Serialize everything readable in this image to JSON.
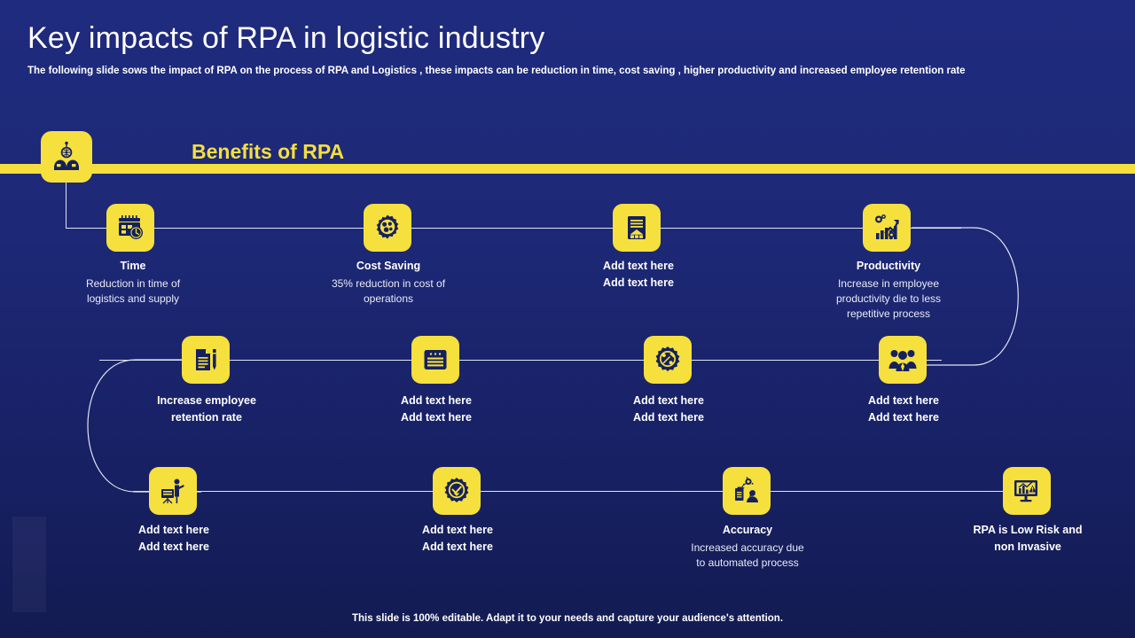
{
  "slide": {
    "title": "Key impacts of RPA in logistic industry",
    "subtitle": "The following slide sows the impact of RPA on the process of RPA and Logistics , these impacts can be reduction in time, cost saving , higher productivity and increased employee retention rate",
    "band_label": "Benefits of RPA",
    "footer": "This slide is 100% editable. Adapt it to your needs and capture your audience's attention.",
    "colors": {
      "accent_yellow": "#f4df3e",
      "background_top": "#1f2b7e",
      "background_bottom": "#131b52",
      "text_white": "#ffffff",
      "connector_line": "#dfe3f2"
    }
  },
  "header_node": {
    "icon": "rpa-robot-icon"
  },
  "rows": [
    {
      "row": 1,
      "nodes": [
        {
          "icon": "calendar-clock-icon",
          "heading": "Time",
          "body": "Reduction in time of\nlogistics and supply"
        },
        {
          "icon": "gear-coins-icon",
          "heading": "Cost Saving",
          "body": "35% reduction in cost of\noperations"
        },
        {
          "icon": "report-chart-icon",
          "heading": "Add text here\nAdd text here",
          "body": ""
        },
        {
          "icon": "growth-gear-icon",
          "heading": "Productivity",
          "body": "Increase in employee\nproductivity die to less\nrepetitive process"
        }
      ]
    },
    {
      "row": 2,
      "nodes": [
        {
          "icon": "document-pencil-icon",
          "heading": "Increase employee\nretention rate",
          "body": ""
        },
        {
          "icon": "browser-window-icon",
          "heading": "Add text here\nAdd text here",
          "body": ""
        },
        {
          "icon": "gear-wrench-icon",
          "heading": "Add text here\nAdd text here",
          "body": ""
        },
        {
          "icon": "team-people-icon",
          "heading": "Add text here\nAdd text here",
          "body": ""
        }
      ]
    },
    {
      "row": 3,
      "nodes": [
        {
          "icon": "presenter-board-icon",
          "heading": "Add text here\nAdd text here",
          "body": ""
        },
        {
          "icon": "gear-check-icon",
          "heading": "Add text here\nAdd text here",
          "body": ""
        },
        {
          "icon": "clipboard-gear-user-icon",
          "heading": "Accuracy",
          "body": "Increased accuracy due\nto automated process"
        },
        {
          "icon": "monitor-alert-icon",
          "heading": "RPA is Low Risk and\nnon Invasive",
          "body": ""
        }
      ]
    }
  ]
}
